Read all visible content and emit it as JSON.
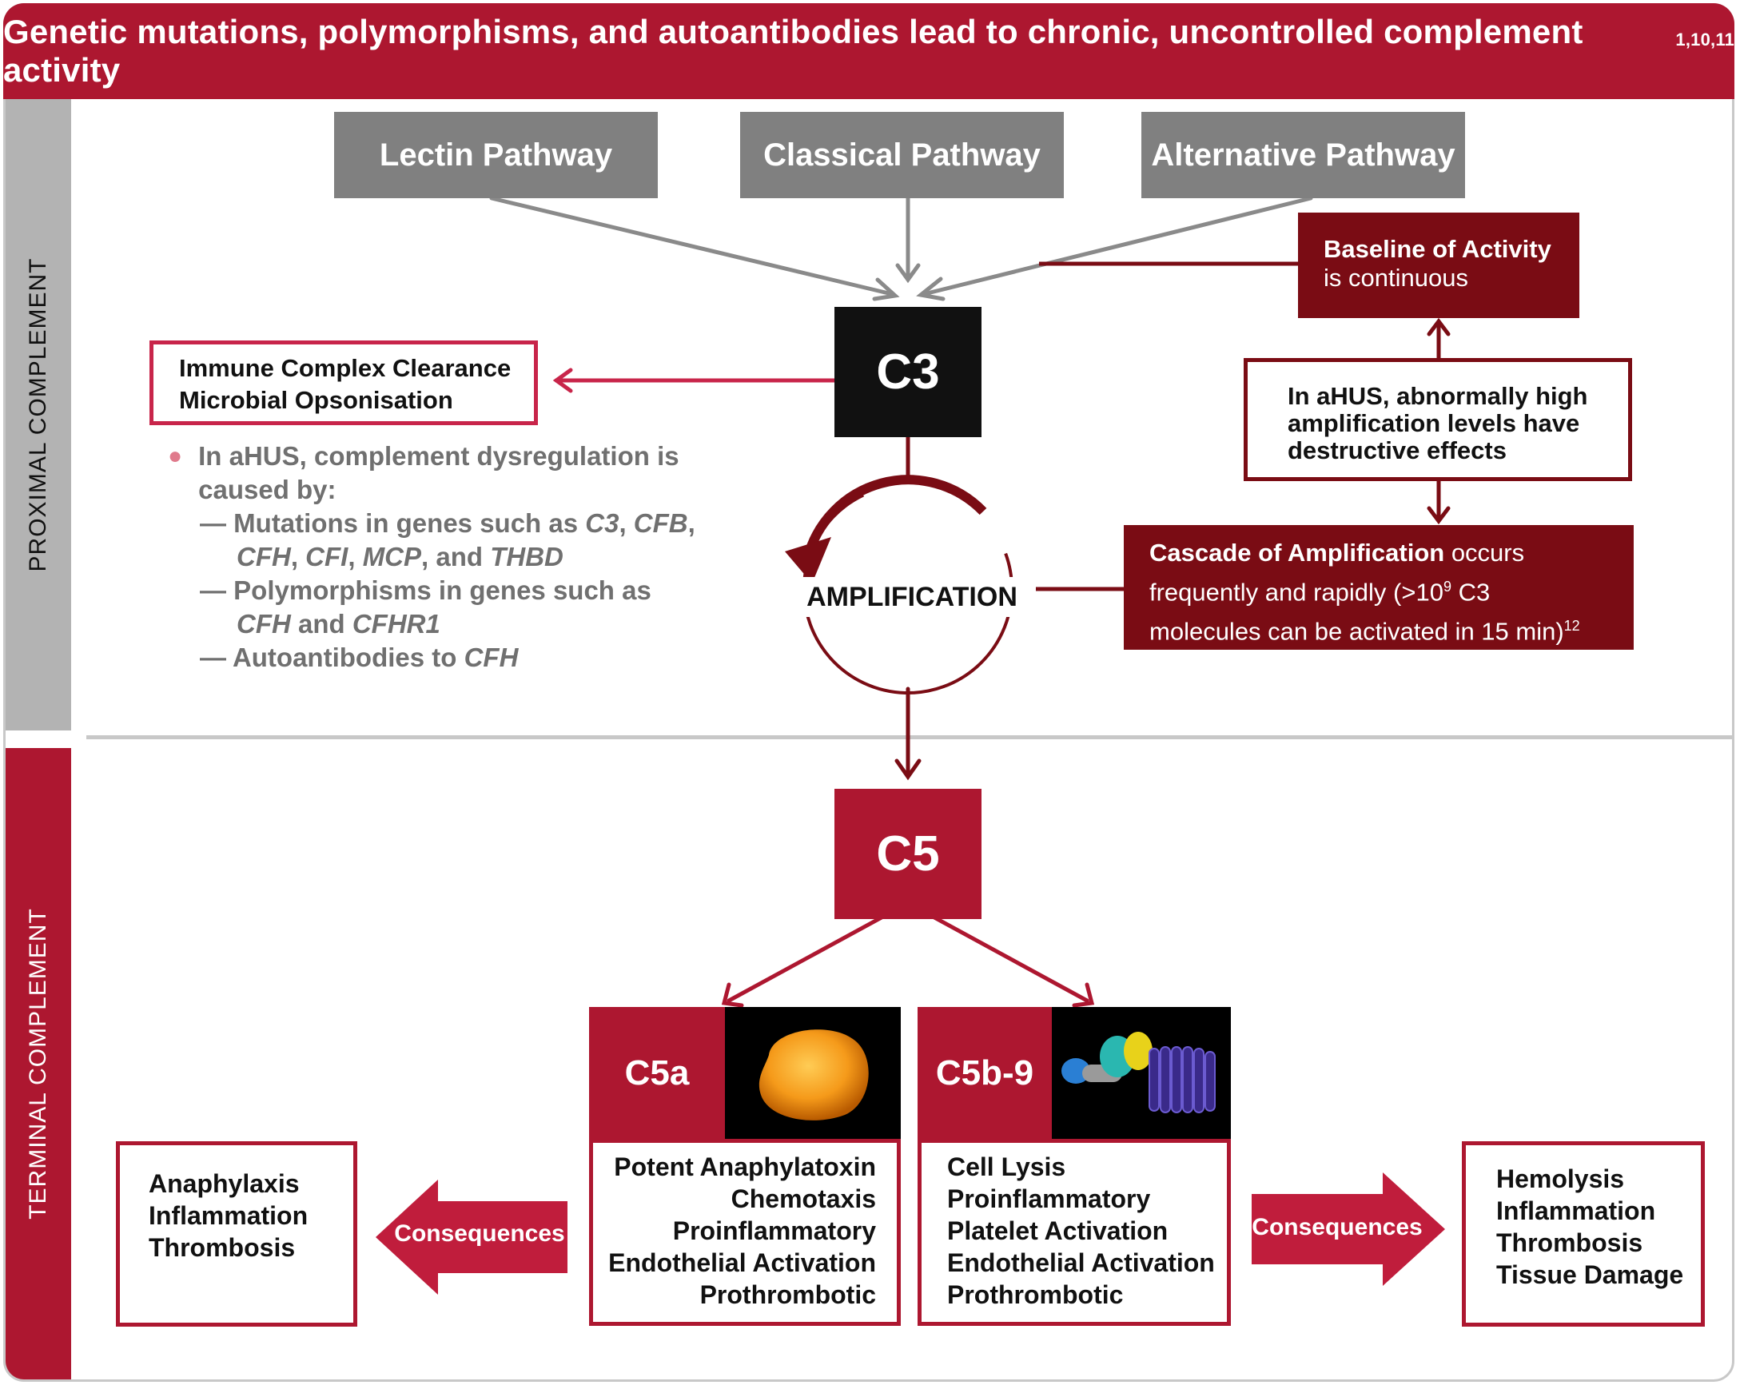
{
  "header": {
    "title": "Genetic mutations, polymorphisms, and autoantibodies lead to chronic, uncontrolled complement activity",
    "refs": "1,10,11"
  },
  "side": {
    "proximal": "PROXIMAL COMPLEMENT",
    "terminal": "TERMINAL COMPLEMENT"
  },
  "pathways": [
    "Lectin Pathway",
    "Classical Pathway",
    "Alternative Pathway"
  ],
  "c3": "C3",
  "c5": "C5",
  "clearance": [
    "Immune Complex Clearance",
    "Microbial Opsonisation"
  ],
  "dysregulation": {
    "intro": "In aHUS, complement dysregulation is caused by:",
    "mut_prefix": "— Mutations in genes such as ",
    "mut_genes": [
      "C3",
      "CFB",
      "CFH",
      "CFI",
      "MCP",
      "THBD"
    ],
    "poly_prefix": "— Polymorphisms in genes such as ",
    "poly_genes": [
      "CFH",
      "CFHR1"
    ],
    "auto_prefix": "— Autoantibodies to ",
    "auto_gene": "CFH",
    "and": "and"
  },
  "baseline": {
    "bold": "Baseline of Activity",
    "rest": "is continuous"
  },
  "ahus_high": "In aHUS, abnormally high amplification levels have destructive effects",
  "cascade": {
    "bold": "Cascade of Amplification",
    "rest1": " occurs",
    "rest2": "frequently and rapidly (>10",
    "sup9": "9",
    "rest3": " C3",
    "rest4": "molecules can be activated in 15 min)",
    "ref": "12"
  },
  "amplification": "AMPLIFICATION",
  "c5a": {
    "label": "C5a",
    "effects": [
      "Potent Anaphylatoxin",
      "Chemotaxis",
      "Proinflammatory",
      "Endothelial Activation",
      "Prothrombotic"
    ]
  },
  "c5b9": {
    "label": "C5b-9",
    "effects": [
      "Cell Lysis",
      "Proinflammatory",
      "Platelet Activation",
      "Endothelial Activation",
      "Prothrombotic"
    ]
  },
  "consequences_label": "Consequences",
  "left_consequences": [
    "Anaphylaxis",
    "Inflammation",
    "Thrombosis"
  ],
  "right_consequences": [
    "Hemolysis",
    "Inflammation",
    "Thrombosis",
    "Tissue Damage"
  ],
  "colors": {
    "crimson": "#ad1730",
    "dark_red": "#7a0c14",
    "grey": "#808080",
    "pink": "#c8254a"
  }
}
